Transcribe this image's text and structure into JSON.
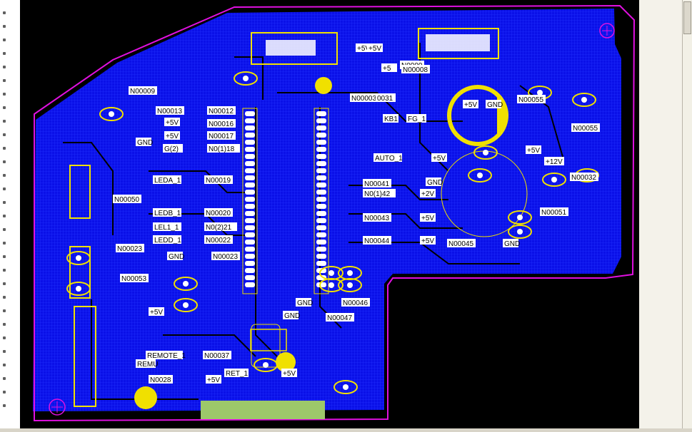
{
  "colors": {
    "board_fill": "#0a10e8",
    "outline": "#e010e0",
    "silk": "#f0e000",
    "pad": "#ffffff",
    "background": "#000000",
    "highlight": "#9dc86a"
  },
  "components": [
    {
      "id": "c0",
      "text": "N00009"
    },
    {
      "id": "c1",
      "text": "N00013"
    },
    {
      "id": "c2",
      "text": "N00012"
    },
    {
      "id": "c3",
      "text": "+5V"
    },
    {
      "id": "c4",
      "text": "N00016"
    },
    {
      "id": "c5",
      "text": "+5V"
    },
    {
      "id": "c6",
      "text": "N00017"
    },
    {
      "id": "c7",
      "text": "GND"
    },
    {
      "id": "c8",
      "text": "G(2)"
    },
    {
      "id": "c9",
      "text": "N0(1)18"
    },
    {
      "id": "c10",
      "text": "LEDA_1"
    },
    {
      "id": "c11",
      "text": "N00019"
    },
    {
      "id": "c12",
      "text": "N00050"
    },
    {
      "id": "c13",
      "text": "LEDB_1"
    },
    {
      "id": "c14",
      "text": "N00020"
    },
    {
      "id": "c15",
      "text": "LEL1_1"
    },
    {
      "id": "c16",
      "text": "N0(2)21"
    },
    {
      "id": "c17",
      "text": "LEDD_1"
    },
    {
      "id": "c18",
      "text": "N00022"
    },
    {
      "id": "c19",
      "text": "N00023"
    },
    {
      "id": "c20",
      "text": "GND"
    },
    {
      "id": "c21",
      "text": "N00023"
    },
    {
      "id": "c22",
      "text": "N00053"
    },
    {
      "id": "c23",
      "text": "+5V"
    },
    {
      "id": "c24",
      "text": "REMOTE_1"
    },
    {
      "id": "c25",
      "text": "N00037"
    },
    {
      "id": "c26",
      "text": "REMU"
    },
    {
      "id": "c27",
      "text": "N0028"
    },
    {
      "id": "c28",
      "text": "+5V"
    },
    {
      "id": "c29",
      "text": "RET_1"
    },
    {
      "id": "c30",
      "text": "+5V"
    },
    {
      "id": "c31",
      "text": "GND"
    },
    {
      "id": "c32",
      "text": "GND"
    },
    {
      "id": "c33",
      "text": "N00046"
    },
    {
      "id": "c34",
      "text": "N00047"
    },
    {
      "id": "c35",
      "text": "+5V"
    },
    {
      "id": "c36",
      "text": "+5V"
    },
    {
      "id": "c37",
      "text": "+5"
    },
    {
      "id": "c38",
      "text": "N0000"
    },
    {
      "id": "c39",
      "text": "N00008"
    },
    {
      "id": "c40",
      "text": "N00003"
    },
    {
      "id": "c41",
      "text": "0031"
    },
    {
      "id": "c42",
      "text": "KB1"
    },
    {
      "id": "c43",
      "text": "FG_1"
    },
    {
      "id": "c44",
      "text": "+5V"
    },
    {
      "id": "c45",
      "text": "GND"
    },
    {
      "id": "c46",
      "text": "N00055"
    },
    {
      "id": "c47",
      "text": "N00055"
    },
    {
      "id": "c48",
      "text": "+5V"
    },
    {
      "id": "c49",
      "text": "+12V"
    },
    {
      "id": "c50",
      "text": "N00032"
    },
    {
      "id": "c51",
      "text": "AUTO_1"
    },
    {
      "id": "c52",
      "text": "+5V"
    },
    {
      "id": "c53",
      "text": "N00041"
    },
    {
      "id": "c54",
      "text": "GND"
    },
    {
      "id": "c55",
      "text": "N0(1)42"
    },
    {
      "id": "c56",
      "text": "+2V"
    },
    {
      "id": "c57",
      "text": "N00043"
    },
    {
      "id": "c58",
      "text": "+5V"
    },
    {
      "id": "c59",
      "text": "N00044"
    },
    {
      "id": "c60",
      "text": "+5V"
    },
    {
      "id": "c61",
      "text": "N00045"
    },
    {
      "id": "c62",
      "text": "GND"
    },
    {
      "id": "c63",
      "text": "N00051"
    }
  ]
}
